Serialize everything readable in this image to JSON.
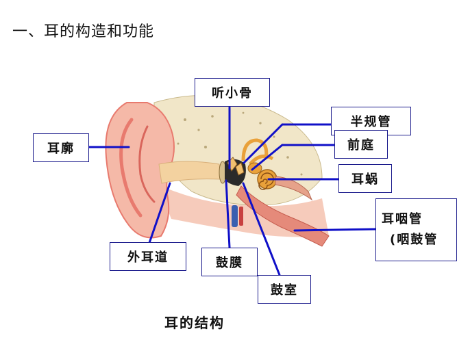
{
  "heading": "一、耳的构造和功能",
  "caption": "耳的结构",
  "labels": {
    "auricle": "耳廓",
    "ossicles": "听小骨",
    "semicircular_canals": "半规管",
    "vestibule": "前庭",
    "cochlea": "耳蜗",
    "eustachian_tube_line1": "耳咽管",
    "eustachian_tube_line2": "(咽鼓管",
    "ear_canal": "外耳道",
    "eardrum": "鼓膜",
    "tympanic_cavity": "鼓室"
  },
  "colors": {
    "pointer": "#1010c8",
    "box_border": "#1b1b8c",
    "skin": "#f5b9a8",
    "skin_dark": "#e87a6e",
    "bone": "#f1e6c8",
    "inner_ear": "#e9a13a",
    "vessel": "#3a5fb0"
  }
}
